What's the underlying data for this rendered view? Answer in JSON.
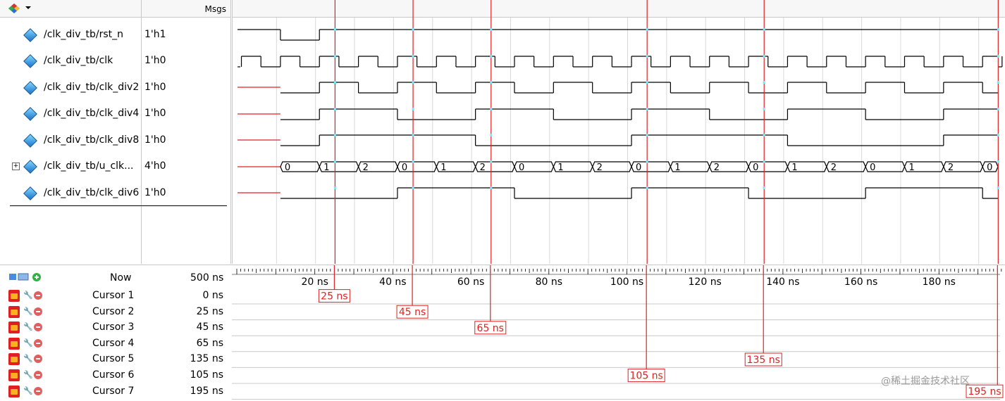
{
  "header": {
    "msgs_label": "Msgs"
  },
  "signals": [
    {
      "name": "/clk_div_tb/rst_n",
      "value": "1'h1",
      "expandable": false
    },
    {
      "name": "/clk_div_tb/clk",
      "value": "1'h0",
      "expandable": false
    },
    {
      "name": "/clk_div_tb/clk_div2",
      "value": "1'h0",
      "expandable": false
    },
    {
      "name": "/clk_div_tb/clk_div4",
      "value": "1'h0",
      "expandable": false
    },
    {
      "name": "/clk_div_tb/clk_div8",
      "value": "1'h0",
      "expandable": false
    },
    {
      "name": "/clk_div_tb/u_clk...",
      "value": "4'h0",
      "expandable": true
    },
    {
      "name": "/clk_div_tb/clk_div6",
      "value": "1'h0",
      "expandable": false
    }
  ],
  "expand_symbol": "+",
  "now": {
    "label": "Now",
    "value": "500 ns"
  },
  "cursors": [
    {
      "label": "Cursor 1",
      "value": "0 ns"
    },
    {
      "label": "Cursor 2",
      "value": "25 ns"
    },
    {
      "label": "Cursor 3",
      "value": "45 ns"
    },
    {
      "label": "Cursor 4",
      "value": "65 ns"
    },
    {
      "label": "Cursor 5",
      "value": "135 ns"
    },
    {
      "label": "Cursor 6",
      "value": "105 ns"
    },
    {
      "label": "Cursor 7",
      "value": "195 ns"
    }
  ],
  "timeline": {
    "tick_labels": [
      "20 ns",
      "40 ns",
      "60 ns",
      "80 ns",
      "100 ns",
      "120 ns",
      "140 ns",
      "160 ns",
      "180 ns"
    ],
    "tick_values": [
      20,
      40,
      60,
      80,
      100,
      120,
      140,
      160,
      180
    ]
  },
  "cursor_markers": [
    {
      "time": 25,
      "label": "25 ns"
    },
    {
      "time": 45,
      "label": "45 ns"
    },
    {
      "time": 65,
      "label": "65 ns"
    },
    {
      "time": 105,
      "label": "105 ns"
    },
    {
      "time": 135,
      "label": "135 ns"
    },
    {
      "time": 195,
      "label": "195 ns"
    }
  ],
  "waves": {
    "rst_n": {
      "undefined_until": 0,
      "transitions": [
        [
          0,
          1
        ],
        [
          11,
          0
        ],
        [
          21,
          1
        ]
      ]
    },
    "clk": {
      "period": 10,
      "start_high": 0
    },
    "clk_div2": {
      "undefined_until": 11,
      "transitions": [
        [
          11,
          0
        ],
        [
          21,
          1
        ],
        [
          31,
          0
        ],
        [
          41,
          1
        ],
        [
          51,
          0
        ],
        [
          61,
          1
        ],
        [
          71,
          0
        ],
        [
          81,
          1
        ],
        [
          91,
          0
        ],
        [
          101,
          1
        ],
        [
          111,
          0
        ],
        [
          121,
          1
        ],
        [
          131,
          0
        ],
        [
          141,
          1
        ],
        [
          151,
          0
        ],
        [
          161,
          1
        ],
        [
          171,
          0
        ],
        [
          181,
          1
        ],
        [
          191,
          0
        ]
      ]
    },
    "clk_div4": {
      "undefined_until": 11,
      "transitions": [
        [
          11,
          0
        ],
        [
          21,
          1
        ],
        [
          41,
          0
        ],
        [
          61,
          1
        ],
        [
          81,
          0
        ],
        [
          101,
          1
        ],
        [
          121,
          0
        ],
        [
          141,
          1
        ],
        [
          161,
          0
        ],
        [
          181,
          1
        ]
      ]
    },
    "clk_div8": {
      "undefined_until": 11,
      "transitions": [
        [
          11,
          0
        ],
        [
          21,
          1
        ],
        [
          61,
          0
        ],
        [
          101,
          1
        ],
        [
          141,
          0
        ],
        [
          181,
          1
        ]
      ]
    },
    "u_clk": {
      "undefined_until": 11,
      "values": [
        [
          11,
          "0"
        ],
        [
          21,
          "1"
        ],
        [
          31,
          "2"
        ],
        [
          41,
          "0"
        ],
        [
          51,
          "1"
        ],
        [
          61,
          "2"
        ],
        [
          71,
          "0"
        ],
        [
          81,
          "1"
        ],
        [
          91,
          "2"
        ],
        [
          101,
          "0"
        ],
        [
          111,
          "1"
        ],
        [
          121,
          "2"
        ],
        [
          131,
          "0"
        ],
        [
          141,
          "1"
        ],
        [
          151,
          "2"
        ],
        [
          161,
          "0"
        ],
        [
          171,
          "1"
        ],
        [
          181,
          "2"
        ],
        [
          191,
          "0"
        ]
      ]
    },
    "clk_div6": {
      "undefined_until": 11,
      "transitions": [
        [
          11,
          0
        ],
        [
          41,
          1
        ],
        [
          71,
          0
        ],
        [
          101,
          1
        ],
        [
          131,
          0
        ],
        [
          161,
          1
        ],
        [
          191,
          0
        ]
      ]
    }
  },
  "watermark": "@稀土掘金技术社区",
  "colors": {
    "wave": "#000000",
    "undef": "#e02020",
    "cursor": "#e02020",
    "grid": "#c8c8c8",
    "edge": "#7fe5ff"
  }
}
